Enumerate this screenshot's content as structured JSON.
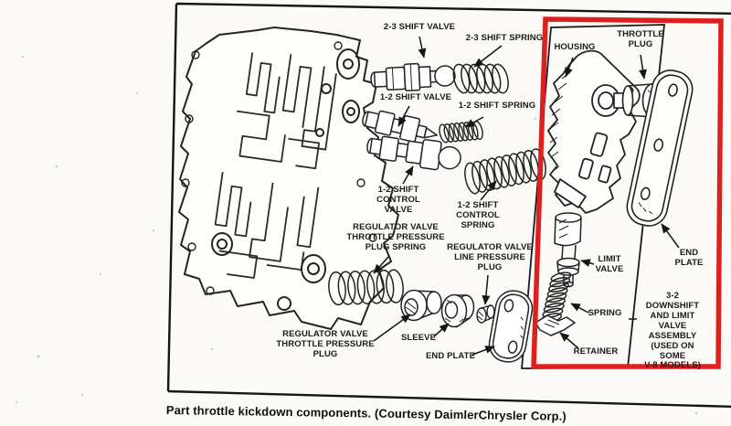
{
  "figure": {
    "caption": "Part throttle kickdown components. (Courtesy DaimlerChrysler Corp.)",
    "highlight_color": "#dc1f1f",
    "labels": {
      "shift_valve_23": "2-3 SHIFT VALVE",
      "shift_spring_23": "2-3 SHIFT SPRING",
      "shift_valve_12": "1-2 SHIFT VALVE",
      "shift_spring_12": "1-2 SHIFT SPRING",
      "shift_control_valve_12": "1-2 SHIFT\nCONTROL\nVALVE",
      "shift_control_spring_12": "1-2 SHIFT\nCONTROL\nSPRING",
      "reg_throttle_plug_spring": "REGULATOR VALVE\nTHROTTLE PRESSURE\nPLUG SPRING",
      "reg_line_pressure_plug": "REGULATOR VALVE\nLINE PRESSURE\nPLUG",
      "reg_throttle_plug": "REGULATOR VALVE\nTHROTTLE PRESSURE\nPLUG",
      "sleeve": "SLEEVE",
      "end_plate_main": "END PLATE",
      "housing": "HOUSING",
      "throttle_plug": "THROTTLE\nPLUG",
      "end_plate_inset": "END PLATE",
      "limit_valve": "LIMIT\nVALVE",
      "spring_inset": "SPRING",
      "retainer": "RETAINER",
      "downshift_assembly": "3-2 DOWNSHIFT\nAND LIMIT\nVALVE ASSEMBLY\n(USED ON SOME\nV-8 MODELS)"
    }
  }
}
